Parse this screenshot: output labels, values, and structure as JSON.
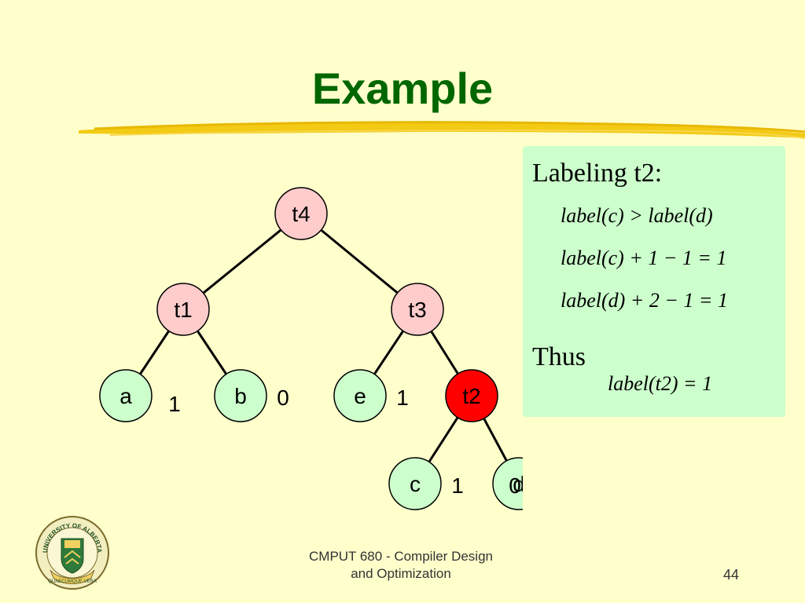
{
  "slide": {
    "title": "Example",
    "footer_line1": "CMPUT 680 - Compiler Design",
    "footer_line2": "and Optimization",
    "page_number": "44"
  },
  "colors": {
    "background": "#ffffcc",
    "title": "#006600",
    "leaf_fill": "#ccffcc",
    "internal_fill": "#ffcccc",
    "highlight_fill": "#ff0000",
    "box_fill": "#ccffcc"
  },
  "tree": {
    "nodes": [
      {
        "id": "t4",
        "label": "t4",
        "kind": "internal"
      },
      {
        "id": "t1",
        "label": "t1",
        "kind": "internal"
      },
      {
        "id": "t3",
        "label": "t3",
        "kind": "internal"
      },
      {
        "id": "a",
        "label": "a",
        "kind": "leaf",
        "rank": "1"
      },
      {
        "id": "b",
        "label": "b",
        "kind": "leaf",
        "rank": "0"
      },
      {
        "id": "e",
        "label": "e",
        "kind": "leaf",
        "rank": "1"
      },
      {
        "id": "t2",
        "label": "t2",
        "kind": "highlight"
      },
      {
        "id": "c",
        "label": "c",
        "kind": "leaf",
        "rank": "1"
      },
      {
        "id": "d",
        "label": "d",
        "kind": "leaf",
        "rank": "0"
      }
    ],
    "edges": [
      [
        "t4",
        "t1"
      ],
      [
        "t4",
        "t3"
      ],
      [
        "t1",
        "a"
      ],
      [
        "t1",
        "b"
      ],
      [
        "t3",
        "e"
      ],
      [
        "t3",
        "t2"
      ],
      [
        "t2",
        "c"
      ],
      [
        "t2",
        "d"
      ]
    ]
  },
  "panel": {
    "heading": "Labeling t2:",
    "equations": [
      "label(c) > label(d)",
      "label(c) + 1 − 1 = 1",
      "label(d) + 2 − 1 = 1"
    ],
    "conclusion": "Thus",
    "result": "label(t2) = 1"
  },
  "logo": {
    "text_top": "UNIVERSITY OF ALBERTA",
    "text_bottom": "QUAECUMQUE VERA"
  }
}
